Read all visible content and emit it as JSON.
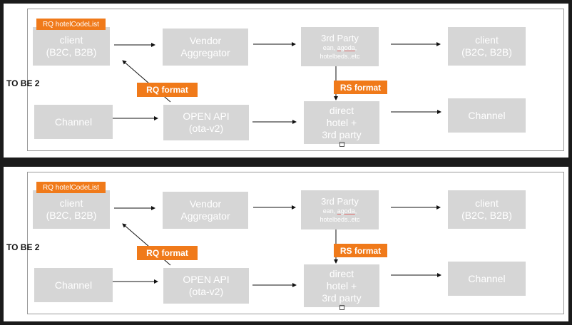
{
  "colors": {
    "accent": "#f07a1a",
    "box": "#d6d6d6",
    "background": "#1b1b1b"
  },
  "panels": [
    {
      "side_label": "TO BE 2",
      "tags": {
        "rq_code_list": "RQ hotelCodeList",
        "rq_format": "RQ format",
        "rs_format": "RS format"
      },
      "boxes": {
        "client_left": "client\n(B2C, B2B)",
        "vendor": "Vendor\nAggregator",
        "third_party_title": "3rd Party",
        "third_party_sub_a": "ean, ",
        "third_party_sub_b": "agoda",
        "third_party_sub_c": ",",
        "third_party_sub_d": "hotelbeds..etc",
        "client_right": "client\n(B2C, B2B)",
        "channel_left": "Channel",
        "open_api": "OPEN API\n(ota-v2)",
        "direct": "direct\nhotel +\n3rd party",
        "channel_right": "Channel"
      }
    },
    {
      "side_label": "TO BE 2",
      "tags": {
        "rq_code_list": "RQ hotelCodeList",
        "rq_format": "RQ format",
        "rs_format": "RS format"
      },
      "boxes": {
        "client_left": "client\n(B2C, B2B)",
        "vendor": "Vendor\nAggregator",
        "third_party_title": "3rd Party",
        "third_party_sub_a": "ean, ",
        "third_party_sub_b": "agoda",
        "third_party_sub_c": ",",
        "third_party_sub_d": "hotelbeds..etc",
        "client_right": "client\n(B2C, B2B)",
        "channel_left": "Channel",
        "open_api": "OPEN API\n(ota-v2)",
        "direct": "direct\nhotel +\n3rd party",
        "channel_right": "Channel"
      }
    }
  ]
}
